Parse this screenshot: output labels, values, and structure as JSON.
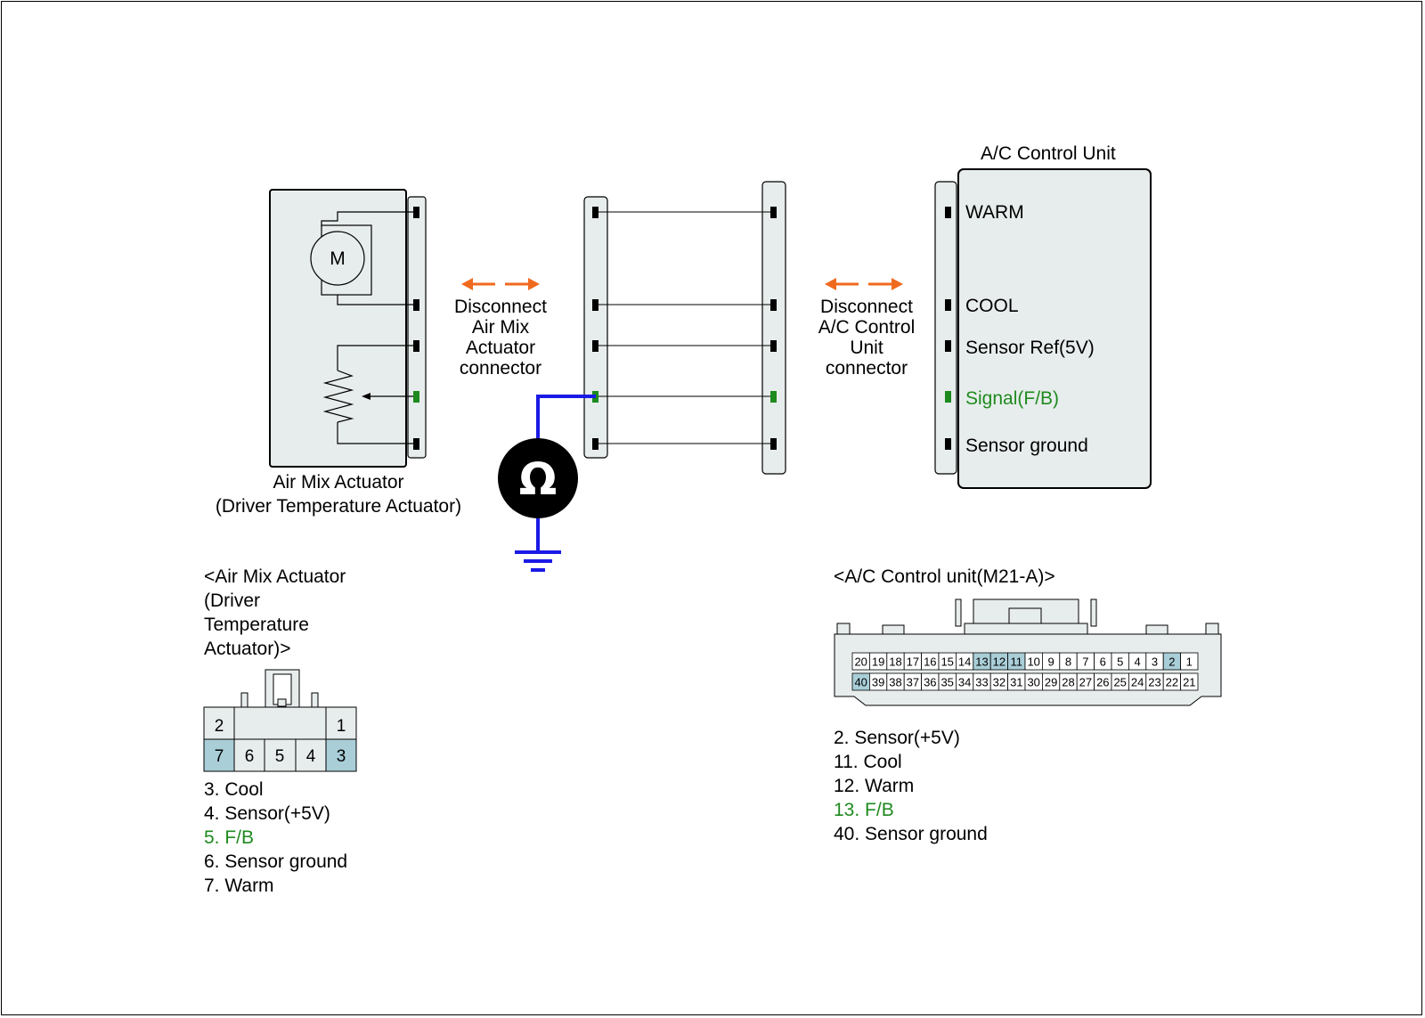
{
  "colors": {
    "connector_fill": "#e7edec",
    "highlight_pin": "#a9ced8",
    "signal_green": "#1e8a1e",
    "probe_blue": "#1a1ae6",
    "arrow_orange": "#f06a1e"
  },
  "actuator": {
    "motor_label": "M",
    "caption_line1": "Air Mix Actuator",
    "caption_line2": "(Driver Temperature Actuator)"
  },
  "disconnect_left": {
    "lines": [
      "Disconnect",
      "Air Mix",
      "Actuator",
      "connector"
    ]
  },
  "disconnect_right": {
    "lines": [
      "Disconnect",
      "A/C Control",
      "Unit",
      "connector"
    ]
  },
  "meter": {
    "symbol": "Ω"
  },
  "control_unit": {
    "title": "A/C Control Unit",
    "terminals": [
      "WARM",
      "COOL",
      "Sensor Ref(5V)",
      "Signal(F/B)",
      "Sensor ground"
    ]
  },
  "actuator_connector": {
    "title_lines": [
      "<Air Mix Actuator",
      "(Driver",
      "Temperature",
      "Actuator)>"
    ],
    "top_pins": [
      "2",
      "1"
    ],
    "bottom_pins": [
      "7",
      "6",
      "5",
      "4",
      "3"
    ],
    "legend": [
      {
        "text": "3. Cool",
        "highlight": false
      },
      {
        "text": "4. Sensor(+5V)",
        "highlight": false
      },
      {
        "text": "5. F/B",
        "highlight": true
      },
      {
        "text": "6. Sensor ground",
        "highlight": false
      },
      {
        "text": "7. Warm",
        "highlight": false
      }
    ]
  },
  "unit_connector": {
    "title": "<A/C Control unit(M21-A)>",
    "row1": [
      "20",
      "19",
      "18",
      "17",
      "16",
      "15",
      "14",
      "13",
      "12",
      "11",
      "10",
      "9",
      "8",
      "7",
      "6",
      "5",
      "4",
      "3",
      "2",
      "1"
    ],
    "row2": [
      "40",
      "39",
      "38",
      "37",
      "36",
      "35",
      "34",
      "33",
      "32",
      "31",
      "30",
      "29",
      "28",
      "27",
      "26",
      "25",
      "24",
      "23",
      "22",
      "21"
    ],
    "highlighted": [
      "13",
      "12",
      "11",
      "2",
      "40"
    ],
    "legend": [
      {
        "text": "2. Sensor(+5V)",
        "highlight": false
      },
      {
        "text": "11. Cool",
        "highlight": false
      },
      {
        "text": "12. Warm",
        "highlight": false
      },
      {
        "text": "13. F/B",
        "highlight": true
      },
      {
        "text": "40. Sensor ground",
        "highlight": false
      }
    ]
  }
}
